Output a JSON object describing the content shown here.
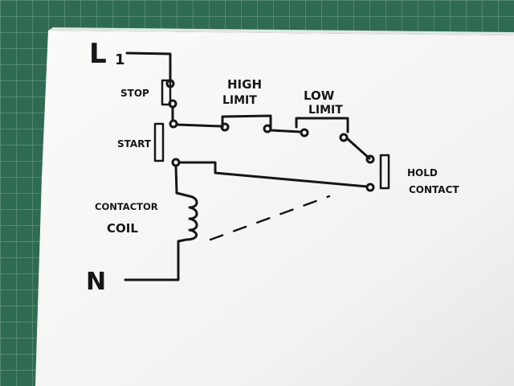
{
  "labels": {
    "line": "L",
    "line_sub": "1",
    "stop": "STOP",
    "start": "START",
    "high_limit_1": "HIGH",
    "high_limit_2": "LIMIT",
    "low_limit_1": "LOW",
    "low_limit_2": "LIMIT",
    "hold_contact_1": "HOLD",
    "hold_contact_2": "CONTACT",
    "contactor_coil_1": "CONTACTOR",
    "contactor_coil_2": "COIL",
    "neutral": "N"
  },
  "colors": {
    "mat": "#2f6b52",
    "grid": "#8fb9a4",
    "paper": "#f7f7f5",
    "ink": "#161616"
  }
}
